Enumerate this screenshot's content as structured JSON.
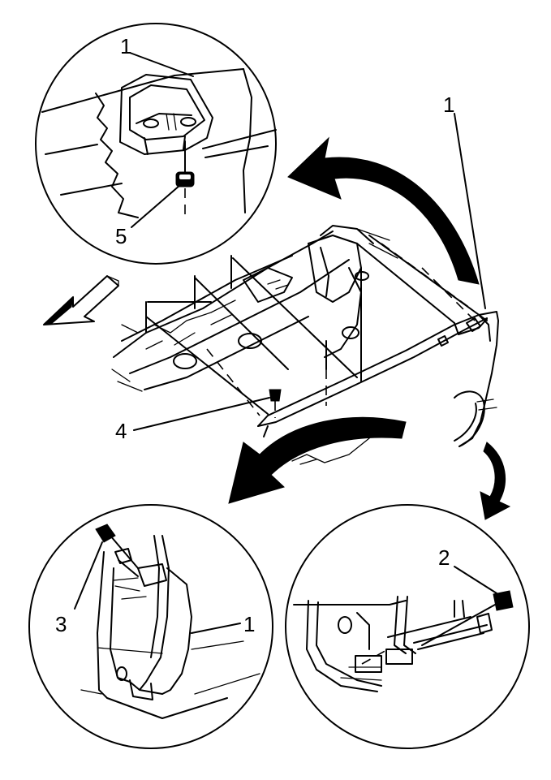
{
  "callouts": {
    "top_detail_part": "1",
    "top_detail_nut": "5",
    "main_fender": "1",
    "main_nut": "4",
    "left_detail_bolt": "3",
    "left_detail_fender": "1",
    "right_detail_bolt": "2"
  }
}
